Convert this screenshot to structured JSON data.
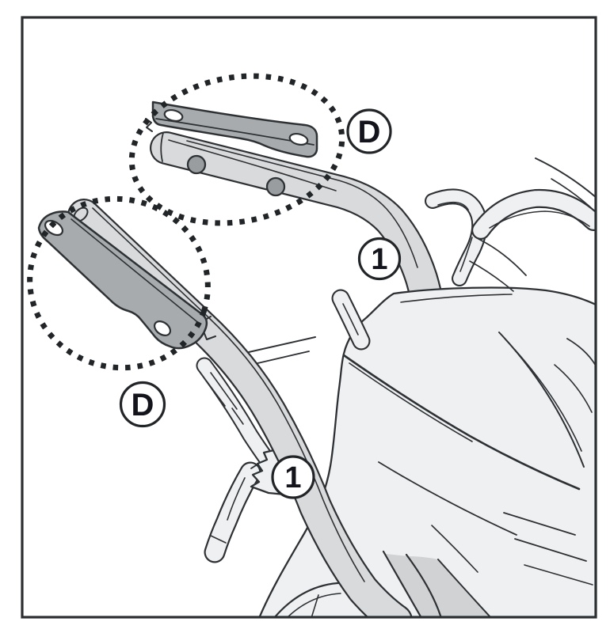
{
  "diagram": {
    "callouts": [
      {
        "name": "bracket-detail-top",
        "label": "D"
      },
      {
        "name": "rack-tube-upper",
        "label": "1"
      },
      {
        "name": "bracket-detail-left",
        "label": "D"
      },
      {
        "name": "rack-tube-lower",
        "label": "1"
      }
    ],
    "parts": [
      "top-mounting-bracket",
      "left-mounting-bracket",
      "rack-tube-right",
      "rack-tube-left",
      "motorcycle-tail-bodywork"
    ],
    "colors": {
      "background": "#ffffff",
      "frame": "#2b2e31",
      "outline": "#2e3134",
      "bodywork": "#eef0f2",
      "tube": "#d8dadc",
      "bracket": "#a8abae",
      "bolt": "#9a9da0",
      "shadow": "#d0d2d4",
      "dots": "#222527",
      "callout_fill": "#ffffff",
      "label_text": "#14141c"
    }
  }
}
